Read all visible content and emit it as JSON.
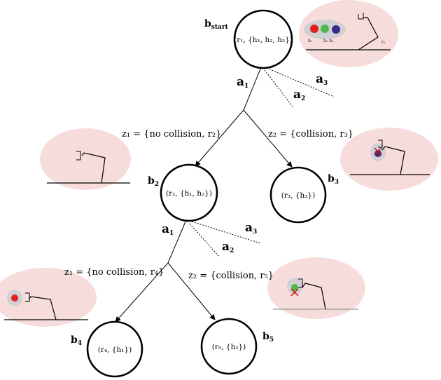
{
  "nodes": {
    "b_start": {
      "name": "b",
      "subscript": "start",
      "content": "(r₁, {h₁, h₂, h₃})"
    },
    "b2": {
      "name": "b",
      "subscript": "2",
      "content": "(r₂, {h₁, h₂})"
    },
    "b3": {
      "name": "b",
      "subscript": "3",
      "content": "(r₃, {h₃})"
    },
    "b4": {
      "name": "b",
      "subscript": "4",
      "content": "(r₄, {h₁})"
    },
    "b5": {
      "name": "b",
      "subscript": "5",
      "content": "(r₅, {h₂})"
    }
  },
  "actions": {
    "level1": [
      {
        "name": "a",
        "subscript": "1"
      },
      {
        "name": "a",
        "subscript": "2"
      },
      {
        "name": "a",
        "subscript": "3"
      }
    ],
    "level2": [
      {
        "name": "a",
        "subscript": "1"
      },
      {
        "name": "a",
        "subscript": "2"
      },
      {
        "name": "a",
        "subscript": "3"
      }
    ]
  },
  "observations": {
    "level1": [
      {
        "text": "z₁ = {no collision, r₂}"
      },
      {
        "text": "z₂ = {collision, r₃}"
      }
    ],
    "level2": [
      {
        "text": "z₁ = {no collision, r₄}"
      },
      {
        "text": "z₂ = {collision, r₅}"
      }
    ]
  },
  "illustration_labels": {
    "h1": "h₁",
    "h23": "h₂ h₃",
    "r1": "r₁"
  },
  "colors": {
    "panel": "#f7dcdc",
    "ellipse": "#cfcfd4",
    "red": "#e02020",
    "green": "#4fb84a",
    "blue": "#3a2a86",
    "cross": "#d01010",
    "stroke": "#000000"
  }
}
